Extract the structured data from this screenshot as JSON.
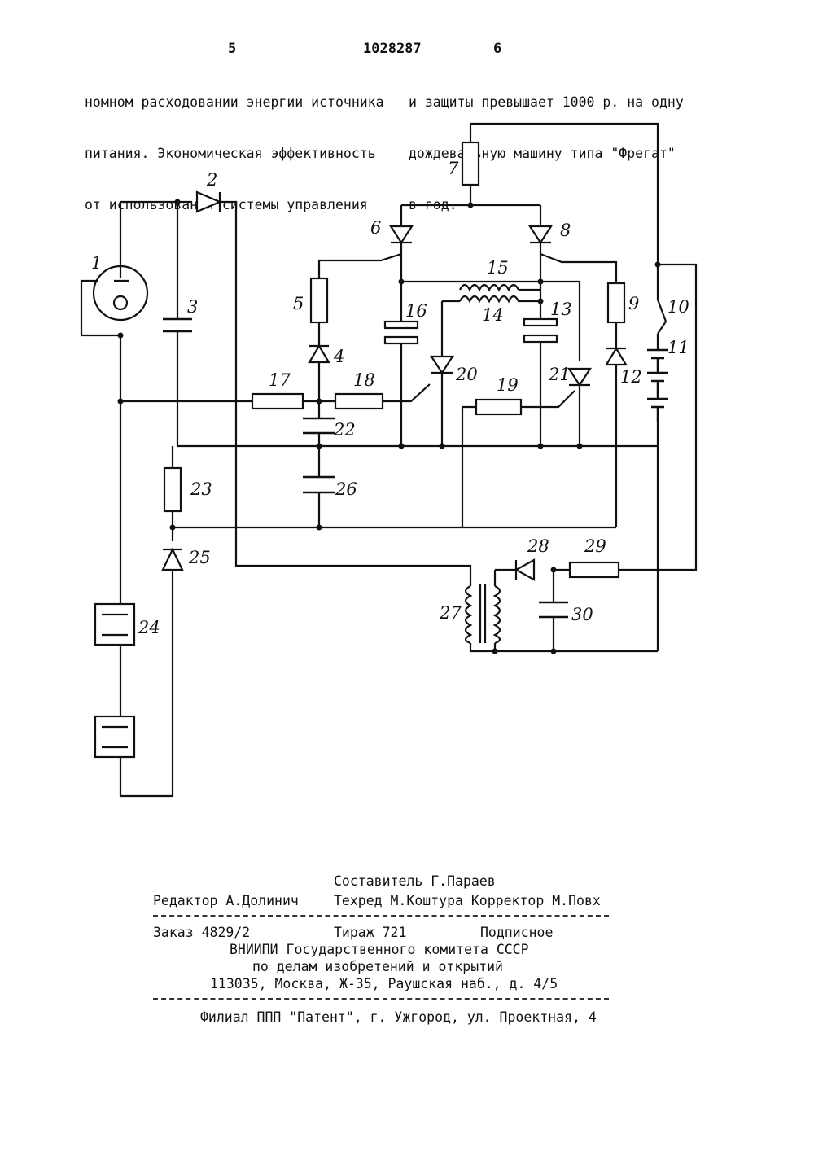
{
  "header": {
    "page_left": "5",
    "patent_number": "1028287",
    "page_right": "6"
  },
  "text_left": [
    "номном расходовании энергии источника",
    "питания. Экономическая эффективность",
    "от использования системы управления"
  ],
  "text_right": [
    "и защиты превышает 1000 р. на одну",
    "дождевальную машину типа \"Фрегат\"",
    "в год."
  ],
  "labels": {
    "l1": "1",
    "l2": "2",
    "l3": "3",
    "l4": "4",
    "l5": "5",
    "l6": "6",
    "l7": "7",
    "l8": "8",
    "l9": "9",
    "l10": "10",
    "l11": "11",
    "l12": "12",
    "l13": "13",
    "l14": "14",
    "l15": "15",
    "l16": "16",
    "l17": "17",
    "l18": "18",
    "l19": "19",
    "l20": "20",
    "l21": "21",
    "l22": "22",
    "l23": "23",
    "l24": "24",
    "l25": "25",
    "l26": "26",
    "l27": "27",
    "l28": "28",
    "l29": "29",
    "l30": "30"
  },
  "imprint": {
    "compiler": "Составитель Г.Параев",
    "editor": "Редактор А.Долинич",
    "tech_corrector": "Техред М.Коштура Корректор М.Повх",
    "order": "Заказ 4829/2",
    "print_run": "Тираж 721",
    "subscription": "Подписное",
    "org1": "ВНИИПИ Государственного комитета СССР",
    "org2": "по делам изобретений и открытий",
    "address": "113035, Москва, Ж-35, Раушская наб., д. 4/5",
    "branch": "Филиал ППП \"Патент\", г. Ужгород, ул. Проектная, 4"
  }
}
